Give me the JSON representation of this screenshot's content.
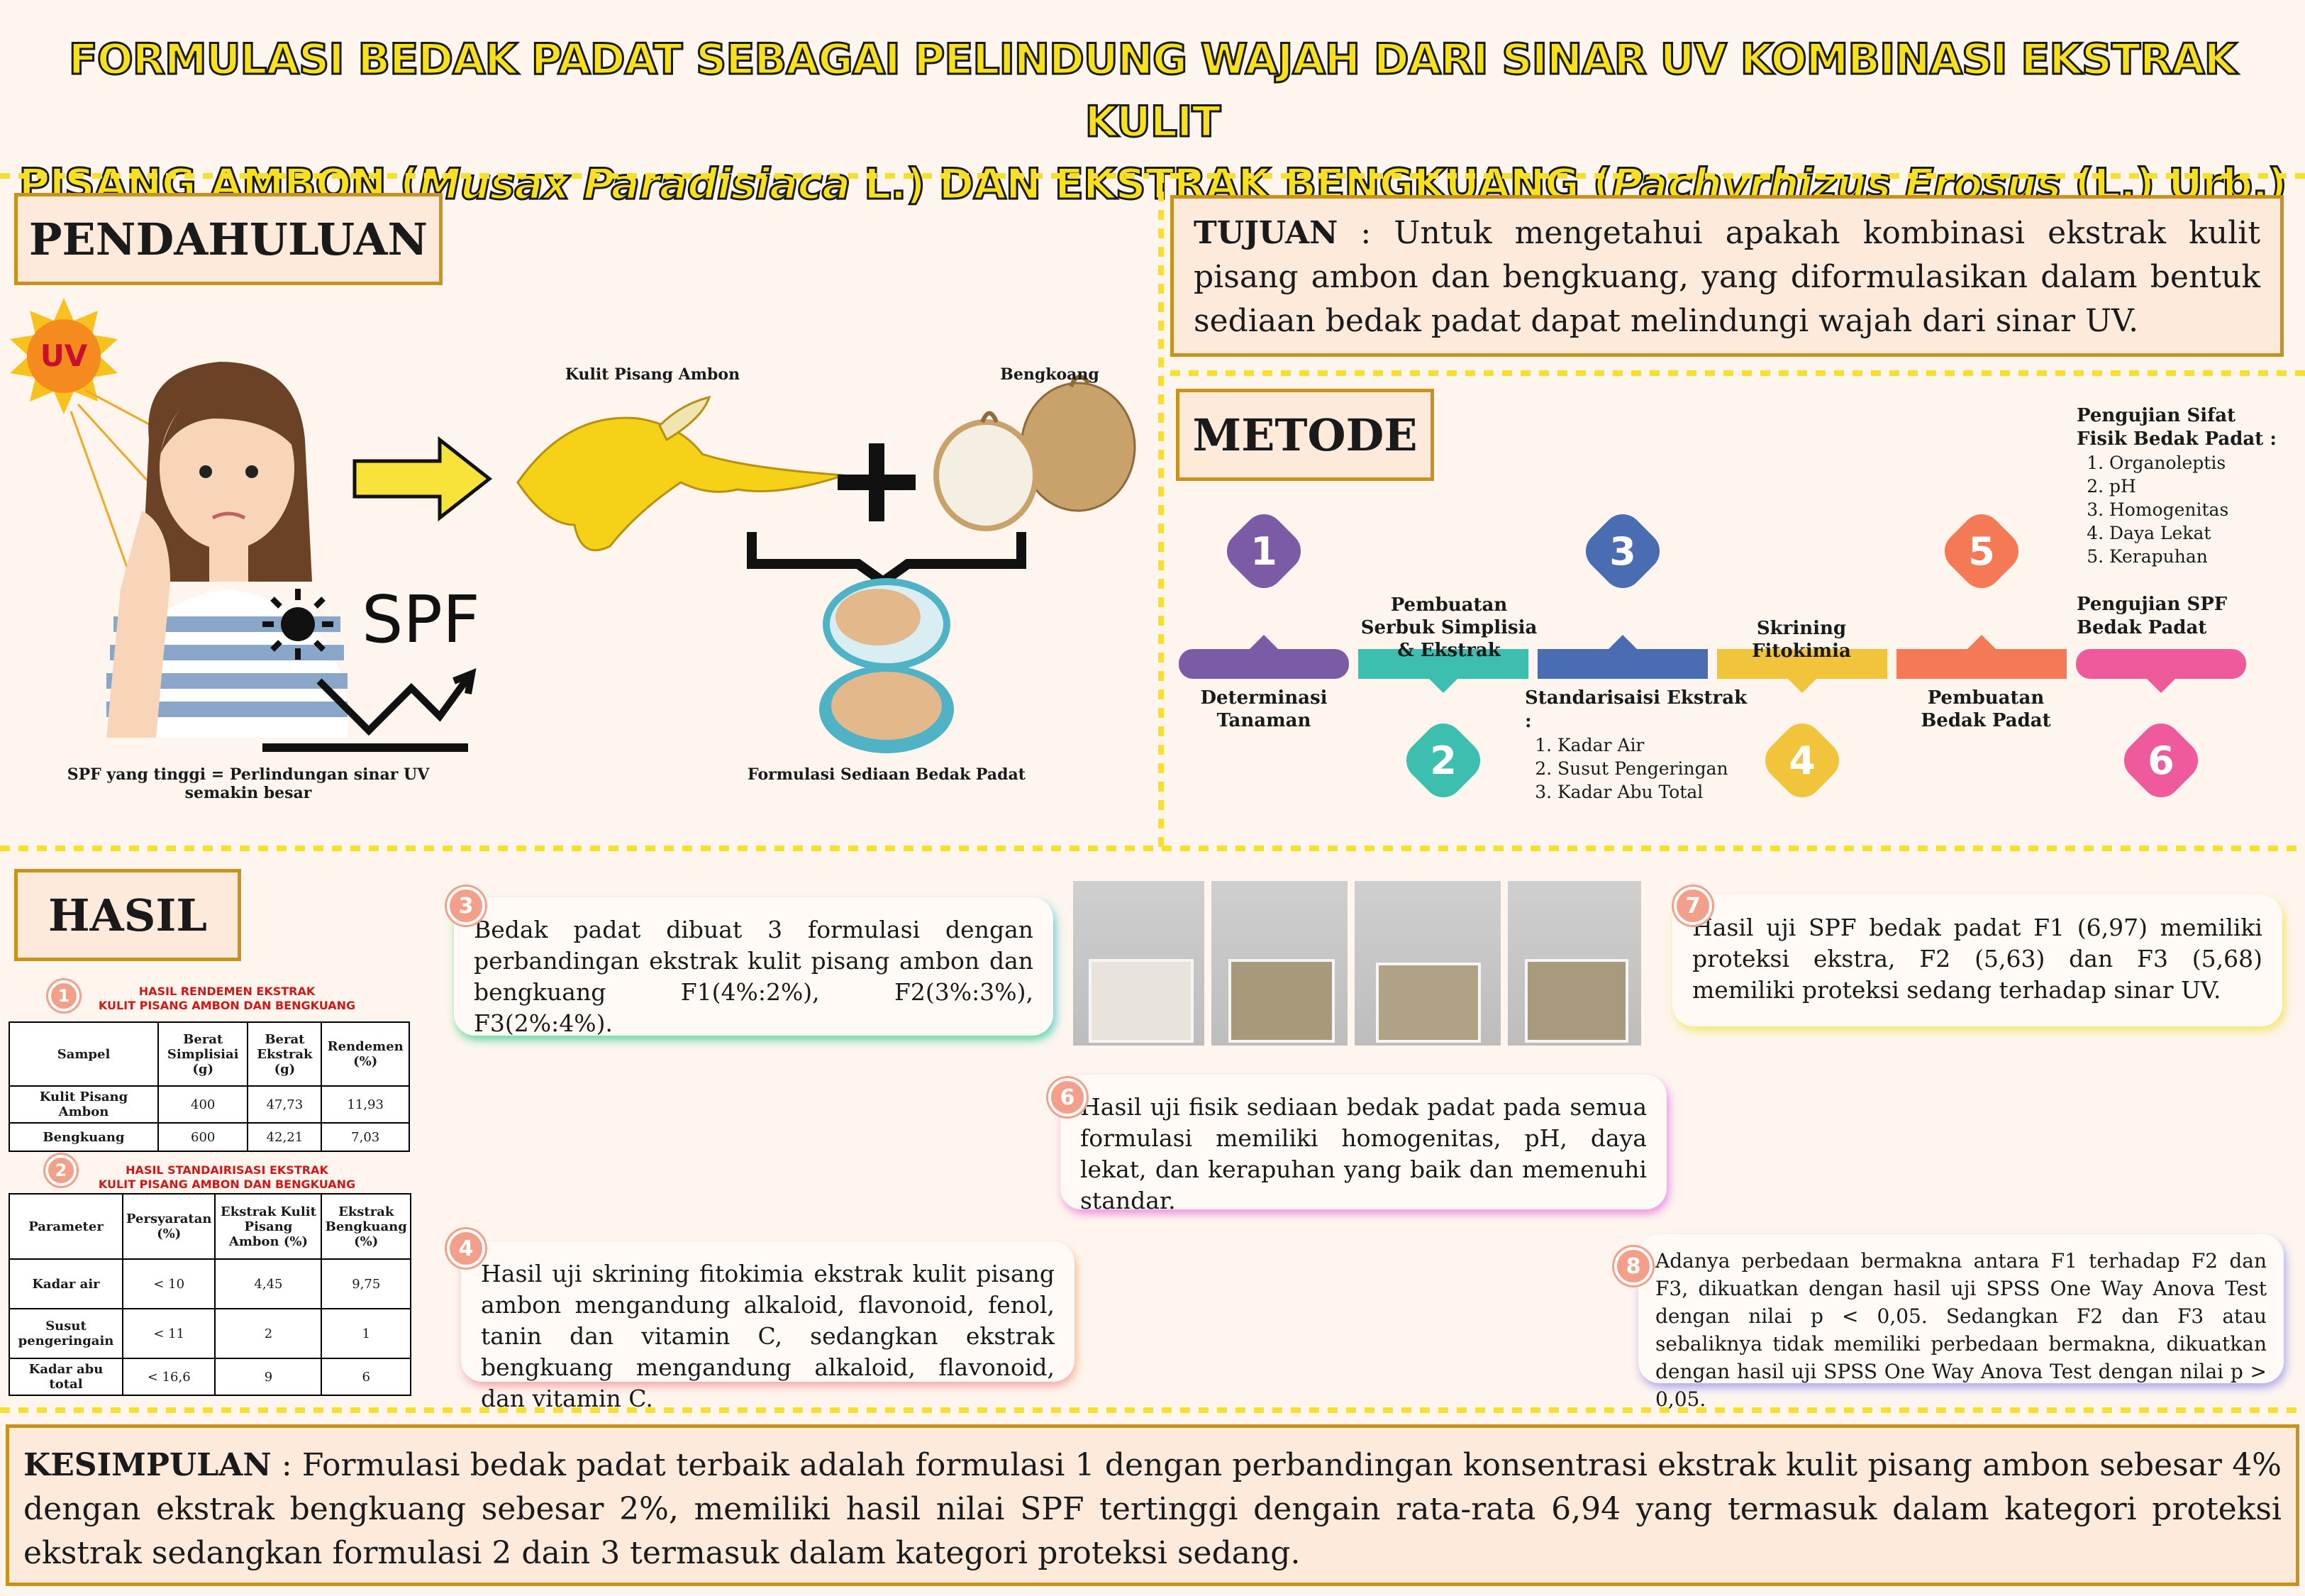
{
  "title": {
    "line1": "FORMULASI BEDAK PADAT SEBAGAI PELINDUNG WAJAH DARI SINAR UV KOMBINASI EKSTRAK KULIT",
    "line2_a": "PISANG AMBON (",
    "line2_b": "Musax Paradisiaca",
    "line2_c": " L.) DAN EKSTRAK BENGKUANG (",
    "line2_d": "Pachyrhizus Erosus",
    "line2_e": " (L.) Urb.)"
  },
  "pendahuluan": {
    "heading": "PENDAHULUAN",
    "uv": "UV",
    "spf": "SPF",
    "spf_caption": "SPF yang tinggi = Perlindungan sinar UV semakin besar",
    "banana_label": "Kulit Pisang Ambon",
    "jicama_label": "Bengkoang",
    "powder_label": "Formulasi Sediaan Bedak Padat"
  },
  "tujuan": {
    "label": "TUJUAN",
    "text": " : Untuk mengetahui apakah kombinasi ekstrak kulit pisang ambon dan bengkuang, yang diformulasikan dalam bentuk sediaan bedak padat dapat melindungi wajah dari sinar UV."
  },
  "metode": {
    "heading": "METODE",
    "steps": [
      {
        "n": "1",
        "label": "Determinasi Tanaman",
        "color": "#7b5aa6"
      },
      {
        "n": "2",
        "label": "Pembuatan Serbuk Simplisia & Ekstrak",
        "color": "#3dbfb0"
      },
      {
        "n": "3",
        "label": "Standarisaisi Ekstrak :",
        "color": "#4a6cb3"
      },
      {
        "n": "4",
        "label": "Skrining Fitokimia",
        "color": "#f2c43c"
      },
      {
        "n": "5",
        "label": "Pembuatan Bedak Padat",
        "color": "#f47a55"
      },
      {
        "n": "6",
        "label": "Pengujian SPF Bedak Padat",
        "color": "#ee5a9c"
      }
    ],
    "std_items": [
      "Kadar Air",
      "Susut Pengeringan",
      "Kadar Abu Total"
    ],
    "fisik_title": "Pengujian Sifat Fisik Bedak Padat :",
    "fisik_items": [
      "Organoleptis",
      "pH",
      "Homogenitas",
      "Daya Lekat",
      "Kerapuhan"
    ]
  },
  "hasil": {
    "heading": "HASIL",
    "t1_caption1": "HASIL RENDEMEN EKSTRAK",
    "t1_caption2": "KULIT PISANG AMBON DAN BENGKUANG",
    "t1_headers": [
      "Sampel",
      "Berat Simplisiai (g)",
      "Berat Ekstrak (g)",
      "Rendemen (%)"
    ],
    "t1_rows": [
      [
        "Kulit Pisang Ambon",
        "400",
        "47,73",
        "11,93"
      ],
      [
        "Bengkuang",
        "600",
        "42,21",
        "7,03"
      ]
    ],
    "t2_caption1": "HASIL STANDAIRISASI EKSTRAK",
    "t2_caption2": "KULIT PISANG AMBON DAN BENGKUANG",
    "t2_headers": [
      "Parameter",
      "Persyaratan (%)",
      "Ekstrak Kulit Pisang Ambon (%)",
      "Ekstrak Bengkuang (%)"
    ],
    "t2_rows": [
      [
        "Kadar air",
        "< 10",
        "4,45",
        "9,75"
      ],
      [
        "Susut pengeringain",
        "< 11",
        "2",
        "1"
      ],
      [
        "Kadar abu total",
        "< 16,6",
        "9",
        "6"
      ]
    ],
    "cards": {
      "c3": "Bedak padat dibuat 3 formulasi dengan perbandingan ekstrak kulit pisang ambon dan bengkuang F1(4%:2%), F2(3%:3%), F3(2%:4%).",
      "c4": "Hasil uji skrining fitokimia ekstrak kulit pisang ambon mengandung alkaloid, flavonoid, fenol, tanin dan vitamin C, sedangkan ekstrak bengkuang mengandung alkaloid, flavonoid, dan vitamin C.",
      "c6": "Hasil uji fisik sediaan bedak padat pada semua formulasi memiliki homogenitas, pH, daya lekat, dan kerapuhan yang baik dan memenuhi standar.",
      "c7": "Hasil uji SPF bedak padat F1 (6,97) memiliki proteksi ekstra, F2 (5,63) dan F3 (5,68) memiliki proteksi sedang terhadap sinar UV.",
      "c8": "Adanya perbedaan bermakna antara F1 terhadap F2 dan F3, dikuatkan dengan hasil uji SPSS One Way Anova Test dengan nilai p < 0,05. Sedangkan F2 dan F3 atau sebaliknya tidak memiliki perbedaan bermakna, dikuatkan dengan hasil uji SPSS One Way Anova Test dengan nilai p > 0,05."
    },
    "badges": [
      "1",
      "2",
      "3",
      "4",
      "6",
      "7",
      "8"
    ]
  },
  "kesimpulan": {
    "label": "KESIMPULAN",
    "text": " : Formulasi bedak padat terbaik adalah formulasi 1 dengan perbandingan konsentrasi ekstrak kulit pisang ambon sebesar 4% dengan ekstrak bengkuang sebesar 2%, memiliki hasil nilai SPF tertinggi dengain rata-rata 6,94 yang termasuk dalam kategori proteksi ekstrak sedangkan formulasi 2 dain 3 termasuk dalam kategori proteksi sedang."
  }
}
